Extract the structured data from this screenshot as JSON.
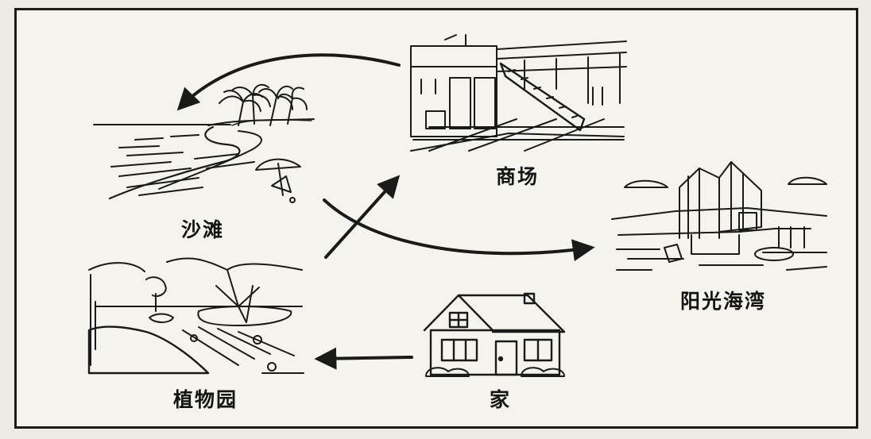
{
  "labels": {
    "beach": "沙滩",
    "mall": "商场",
    "bay": "阳光海湾",
    "garden": "植物园",
    "home": "家"
  }
}
